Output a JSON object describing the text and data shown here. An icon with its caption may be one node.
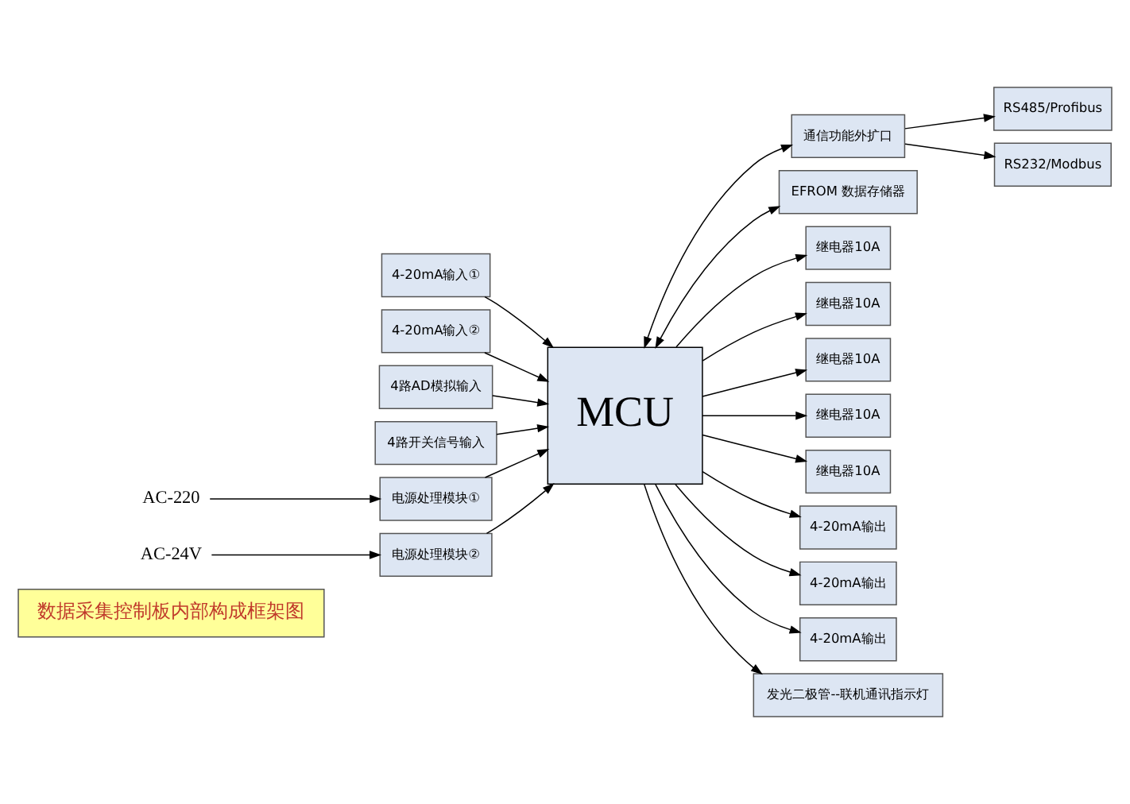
{
  "diagram": {
    "nodes": [
      {
        "text": [
          "数据采集控制板内部构成框架图"
        ]
      },
      {
        "text": [
          "4-20mA输入①"
        ]
      },
      {
        "text": [
          "4-20mA输入②"
        ]
      },
      {
        "text": [
          "4路AD模拟输入"
        ]
      },
      {
        "text": [
          "4路开关信号输入"
        ]
      },
      {
        "text": [
          "AC-220"
        ]
      },
      {
        "text": [
          "电源处理模块①"
        ]
      },
      {
        "text": [
          "AC-24V"
        ]
      },
      {
        "text": [
          "电源处理模块②"
        ]
      },
      {
        "text": [
          "MCU"
        ]
      },
      {
        "text": [
          "通信功能外扩口"
        ]
      },
      {
        "text": [
          "EFROM 数据存储器"
        ]
      },
      {
        "text": [
          "RS485/Profibus"
        ]
      },
      {
        "text": [
          "RS232/Modbus"
        ]
      },
      {
        "text": [
          "继电器10A"
        ]
      },
      {
        "text": [
          "继电器10A"
        ]
      },
      {
        "text": [
          "继电器10A"
        ]
      },
      {
        "text": [
          "继电器10A"
        ]
      },
      {
        "text": [
          "继电器10A"
        ]
      },
      {
        "text": [
          "4-20mA输出"
        ]
      },
      {
        "text": [
          "4-20mA输出"
        ]
      },
      {
        "text": [
          "4-20mA输出"
        ]
      },
      {
        "text": [
          "发光二极管--联机通讯指示灯"
        ]
      }
    ],
    "edges": [
      {
        "from": 1,
        "to": 9,
        "arrow": "to"
      },
      {
        "from": 2,
        "to": 9,
        "arrow": "to"
      },
      {
        "from": 3,
        "to": 9,
        "arrow": "to"
      },
      {
        "from": 4,
        "to": 9,
        "arrow": "to"
      },
      {
        "from": 5,
        "to": 6,
        "arrow": "to"
      },
      {
        "from": 7,
        "to": 8,
        "arrow": "to"
      },
      {
        "from": 6,
        "to": 9,
        "arrow": "to"
      },
      {
        "from": 8,
        "to": 9,
        "arrow": "to"
      },
      {
        "from": 9,
        "to": 10,
        "arrow": "both"
      },
      {
        "from": 9,
        "to": 11,
        "arrow": "both"
      },
      {
        "from": 10,
        "to": 12,
        "arrow": "to"
      },
      {
        "from": 10,
        "to": 13,
        "arrow": "to"
      },
      {
        "from": 9,
        "to": 14,
        "arrow": "to"
      },
      {
        "from": 9,
        "to": 15,
        "arrow": "to"
      },
      {
        "from": 9,
        "to": 16,
        "arrow": "to"
      },
      {
        "from": 9,
        "to": 17,
        "arrow": "to"
      },
      {
        "from": 9,
        "to": 18,
        "arrow": "to"
      },
      {
        "from": 9,
        "to": 19,
        "arrow": "to"
      },
      {
        "from": 9,
        "to": 20,
        "arrow": "to"
      },
      {
        "from": 9,
        "to": 21,
        "arrow": "to"
      },
      {
        "from": 9,
        "to": 22,
        "arrow": "to"
      }
    ]
  }
}
